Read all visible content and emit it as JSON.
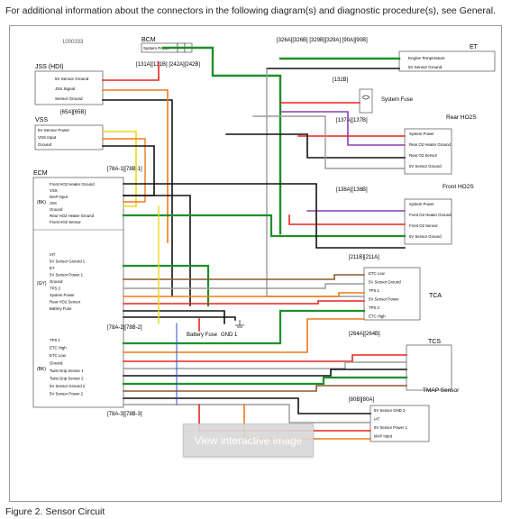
{
  "intro_text": "For additional information about the connectors in the following diagram(s) and diagnostic procedure(s), see General.",
  "caption": "Figure 2. Sensor Circuit",
  "interactive_button": "View interactive image",
  "diagram_id": "1000333",
  "modules": {
    "bcm": "BCM",
    "bcm_pins": "System Power",
    "jss": "JSS (HDI)",
    "vss": "VSS",
    "ecm": "ECM",
    "et": "ET",
    "et_rows": [
      "Engine Temperature",
      "5V Sensor Ground"
    ],
    "fuse": "System Fuse",
    "fuse_conn": "[132B]",
    "rear_o2": "Rear HO2S",
    "front_o2": "Front HO2S",
    "tca": "TCA",
    "tcs": "TCS",
    "tmap": "TMAP Sensor",
    "battery_fuse": "Battery Fuse",
    "gnd": "GND 1"
  },
  "connectors": {
    "bcm_top": "[131A][131B] [242A][242B]",
    "et_top": "[326A][326B] [329B][329A] [90A][90B]",
    "vss": "[65A][65B]",
    "ecm_a": "[78A-1][78B-1]",
    "ecm_b": "[78A-2][78B-2]",
    "ecm_c": "[78A-3][78B-3]",
    "rear_o2": "[137A][137B]",
    "front_o2": "[138A][138B]",
    "tca": "[211B][211A]",
    "tcs": "[264A][264B]",
    "tmap": "[80B][80A]"
  },
  "jss_rows": [
    "5V Sensor Ground",
    "JSS Signal",
    "Sensor Ground"
  ],
  "vss_rows": [
    "5V Sensor Power",
    "VSS Input",
    "Ground"
  ],
  "ecm_rows_1": [
    "Front HO2 Heater Ground",
    "VSS",
    "MAP Input",
    "JSS",
    "Ground",
    "Rear HO2 Heater Ground",
    "Front HO2 Sensor"
  ],
  "ecm_rows_2": [
    "IAT",
    "5V Sensor Ground 1",
    "ET",
    "5V Sensor Power 1",
    "Ground",
    "TPS 2",
    "System Power",
    "Rear HO2 Sensor",
    "Battery Fuse"
  ],
  "ecm_rows_3": [
    "TPS 1",
    "ETC High",
    "ETC Low",
    "Ground",
    "Twist Grip Sensor 1",
    "Twist Grip Sensor 2",
    "5V Sensor Ground 2",
    "5V Sensor Power 2"
  ],
  "ecm_side_labels": [
    "(BK)",
    "(GY)",
    "(BK)"
  ],
  "rear_o2_rows": [
    "System Power",
    "Rear O2 Heater Ground",
    "Rear O2 Sensor",
    "5V Sensor Ground"
  ],
  "front_o2_rows": [
    "System Power",
    "Front O2 Heater Ground",
    "Front O2 Sensor",
    "5V Sensor Ground"
  ],
  "tca_rows": [
    "ETC Low",
    "5V Sensor Ground",
    "TPS 1",
    "5V Sensor Power",
    "TPS 2",
    "ETC High"
  ],
  "tmap_rows": [
    "5V Sensor GND 2",
    "IAT",
    "5V Sensor Power 1",
    "MAP Input"
  ],
  "colors": {
    "red": "#e8251f",
    "green": "#1f8f2c",
    "orange": "#ee7a1a",
    "black": "#111111",
    "violet": "#8a3fb5",
    "yellow": "#e9d91a",
    "gray": "#9b9b9b",
    "brown": "#8a5a2b",
    "blue": "#2b4fd0",
    "white": "#ffffff"
  }
}
